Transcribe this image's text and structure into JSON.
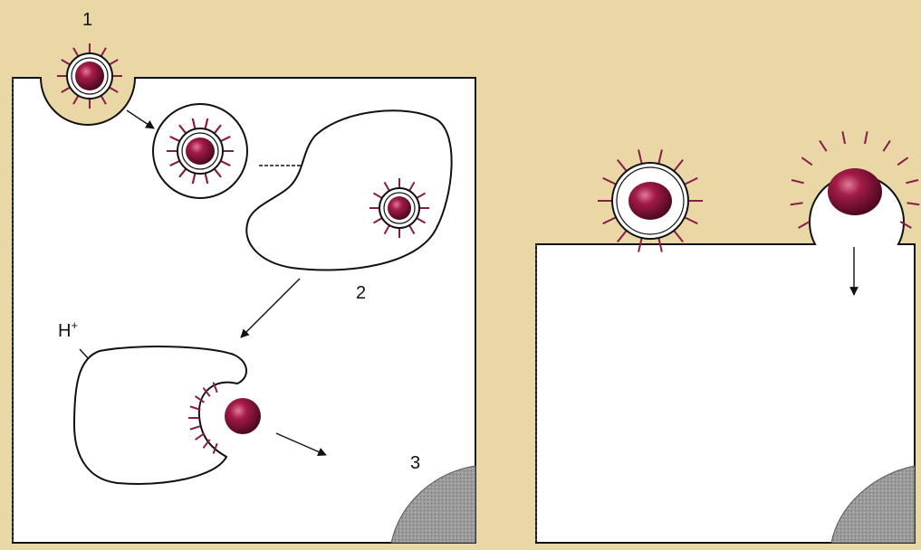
{
  "labels": {
    "step1": "1",
    "step2": "2",
    "step3": "3",
    "proton": "H",
    "proton_charge": "+"
  },
  "colors": {
    "background": "#e9d7a6",
    "cell": "#ffffff",
    "outline": "#111111",
    "particle": "#8a1236",
    "spike": "#8a1a4a",
    "nucleus": "#9a9a9a"
  }
}
